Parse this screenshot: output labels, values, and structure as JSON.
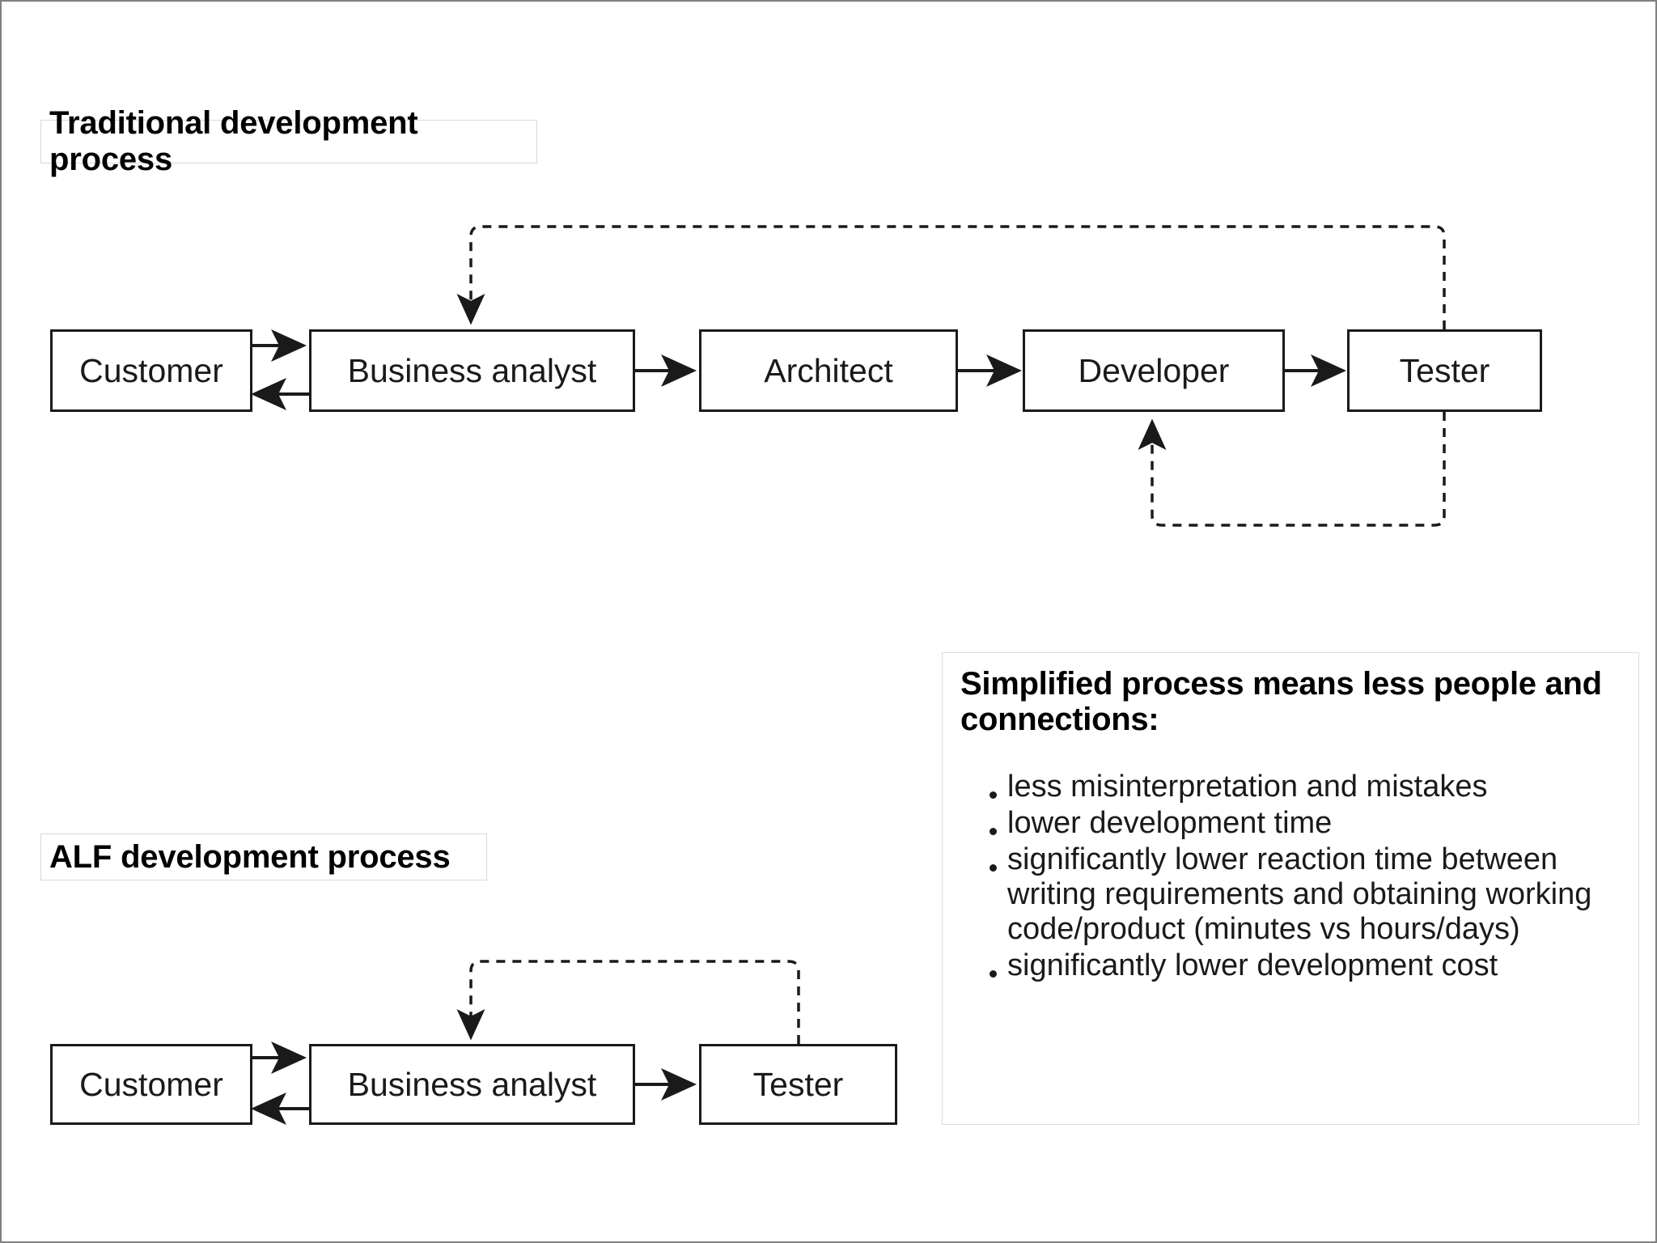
{
  "page": {
    "background_color": "#ffffff",
    "border_color": "#808080",
    "text_color": "#1a1a1a"
  },
  "sections": {
    "traditional": {
      "title": "Traditional development process",
      "nodes": [
        {
          "id": "customer",
          "label": "Customer"
        },
        {
          "id": "business-analyst",
          "label": "Business analyst"
        },
        {
          "id": "architect",
          "label": "Architect"
        },
        {
          "id": "developer",
          "label": "Developer"
        },
        {
          "id": "tester",
          "label": "Tester"
        }
      ],
      "connections": [
        {
          "from": "customer",
          "to": "business-analyst",
          "style": "solid"
        },
        {
          "from": "business-analyst",
          "to": "customer",
          "style": "solid"
        },
        {
          "from": "business-analyst",
          "to": "architect",
          "style": "solid"
        },
        {
          "from": "architect",
          "to": "developer",
          "style": "solid"
        },
        {
          "from": "developer",
          "to": "tester",
          "style": "solid"
        },
        {
          "from": "tester",
          "to": "business-analyst",
          "style": "dashed"
        },
        {
          "from": "tester",
          "to": "developer",
          "style": "dashed"
        }
      ]
    },
    "alf": {
      "title": "ALF development process",
      "nodes": [
        {
          "id": "customer-alf",
          "label": "Customer"
        },
        {
          "id": "business-analyst-alf",
          "label": "Business analyst"
        },
        {
          "id": "tester-alf",
          "label": "Tester"
        }
      ],
      "connections": [
        {
          "from": "customer-alf",
          "to": "business-analyst-alf",
          "style": "solid"
        },
        {
          "from": "business-analyst-alf",
          "to": "customer-alf",
          "style": "solid"
        },
        {
          "from": "business-analyst-alf",
          "to": "tester-alf",
          "style": "solid"
        },
        {
          "from": "tester-alf",
          "to": "business-analyst-alf",
          "style": "dashed"
        }
      ]
    }
  },
  "info_panel": {
    "heading": "Simplified process means less people and connections:",
    "bullets": [
      "less misinterpretation and mistakes",
      "lower development time",
      "significantly lower reaction time between writing requirements and obtaining working code/product (minutes vs hours/days)",
      "significantly lower development cost"
    ]
  }
}
